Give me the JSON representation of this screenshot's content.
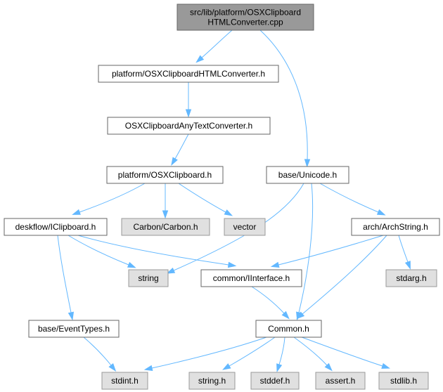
{
  "nodes": [
    {
      "id": "main",
      "lines": [
        "src/lib/platform/OSXClipboard",
        "HTMLConverter.cpp"
      ],
      "kind": "main"
    },
    {
      "id": "htmlconv",
      "lines": [
        "platform/OSXClipboardHTMLConverter.h"
      ],
      "kind": "local"
    },
    {
      "id": "anytext",
      "lines": [
        "OSXClipboardAnyTextConverter.h"
      ],
      "kind": "local"
    },
    {
      "id": "osxclip",
      "lines": [
        "platform/OSXClipboard.h"
      ],
      "kind": "local"
    },
    {
      "id": "unicode",
      "lines": [
        "base/Unicode.h"
      ],
      "kind": "local"
    },
    {
      "id": "iclipboard",
      "lines": [
        "deskflow/IClipboard.h"
      ],
      "kind": "local"
    },
    {
      "id": "carbon",
      "lines": [
        "Carbon/Carbon.h"
      ],
      "kind": "ext"
    },
    {
      "id": "vector",
      "lines": [
        "vector"
      ],
      "kind": "ext"
    },
    {
      "id": "archstring",
      "lines": [
        "arch/ArchString.h"
      ],
      "kind": "local"
    },
    {
      "id": "string",
      "lines": [
        "string"
      ],
      "kind": "ext"
    },
    {
      "id": "iinterface",
      "lines": [
        "common/IInterface.h"
      ],
      "kind": "local"
    },
    {
      "id": "stdarg",
      "lines": [
        "stdarg.h"
      ],
      "kind": "ext"
    },
    {
      "id": "eventtypes",
      "lines": [
        "base/EventTypes.h"
      ],
      "kind": "local"
    },
    {
      "id": "common",
      "lines": [
        "Common.h"
      ],
      "kind": "local"
    },
    {
      "id": "stdint",
      "lines": [
        "stdint.h"
      ],
      "kind": "ext"
    },
    {
      "id": "stringh",
      "lines": [
        "string.h"
      ],
      "kind": "ext"
    },
    {
      "id": "stddef",
      "lines": [
        "stddef.h"
      ],
      "kind": "ext"
    },
    {
      "id": "assert",
      "lines": [
        "assert.h"
      ],
      "kind": "ext"
    },
    {
      "id": "stdlib",
      "lines": [
        "stdlib.h"
      ],
      "kind": "ext"
    }
  ],
  "edges": [
    [
      "main",
      "htmlconv"
    ],
    [
      "main",
      "unicode"
    ],
    [
      "htmlconv",
      "anytext"
    ],
    [
      "anytext",
      "osxclip"
    ],
    [
      "osxclip",
      "iclipboard"
    ],
    [
      "osxclip",
      "carbon"
    ],
    [
      "osxclip",
      "vector"
    ],
    [
      "iclipboard",
      "string"
    ],
    [
      "iclipboard",
      "iinterface"
    ],
    [
      "iclipboard",
      "eventtypes"
    ],
    [
      "unicode",
      "string"
    ],
    [
      "unicode",
      "common"
    ],
    [
      "unicode",
      "archstring"
    ],
    [
      "archstring",
      "iinterface"
    ],
    [
      "archstring",
      "common"
    ],
    [
      "archstring",
      "stdarg"
    ],
    [
      "iinterface",
      "common"
    ],
    [
      "eventtypes",
      "stdint"
    ],
    [
      "common",
      "stdint"
    ],
    [
      "common",
      "stringh"
    ],
    [
      "common",
      "stddef"
    ],
    [
      "common",
      "assert"
    ],
    [
      "common",
      "stdlib"
    ]
  ],
  "colors": {
    "edge": "#63b8ff",
    "main_fill": "#999999",
    "ext_fill": "#e0e0e0"
  }
}
